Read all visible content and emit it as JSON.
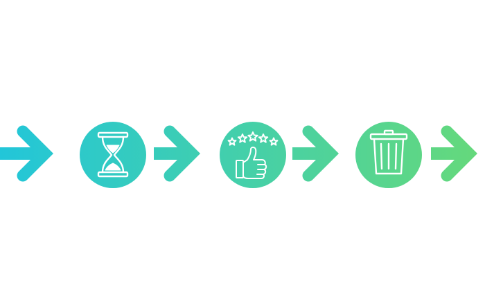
{
  "diagram": {
    "palette": {
      "gradient_start": "#22c6d9",
      "gradient_end": "#66d97a",
      "icon_stroke": "#ffffff",
      "background": "#ffffff"
    },
    "sequence": [
      {
        "kind": "arrow"
      },
      {
        "kind": "circle",
        "icon": "hourglass-icon"
      },
      {
        "kind": "arrow"
      },
      {
        "kind": "circle",
        "icon": "thumbs-up-stars-icon"
      },
      {
        "kind": "arrow"
      },
      {
        "kind": "circle",
        "icon": "trash-bin-icon"
      },
      {
        "kind": "arrow"
      }
    ]
  }
}
